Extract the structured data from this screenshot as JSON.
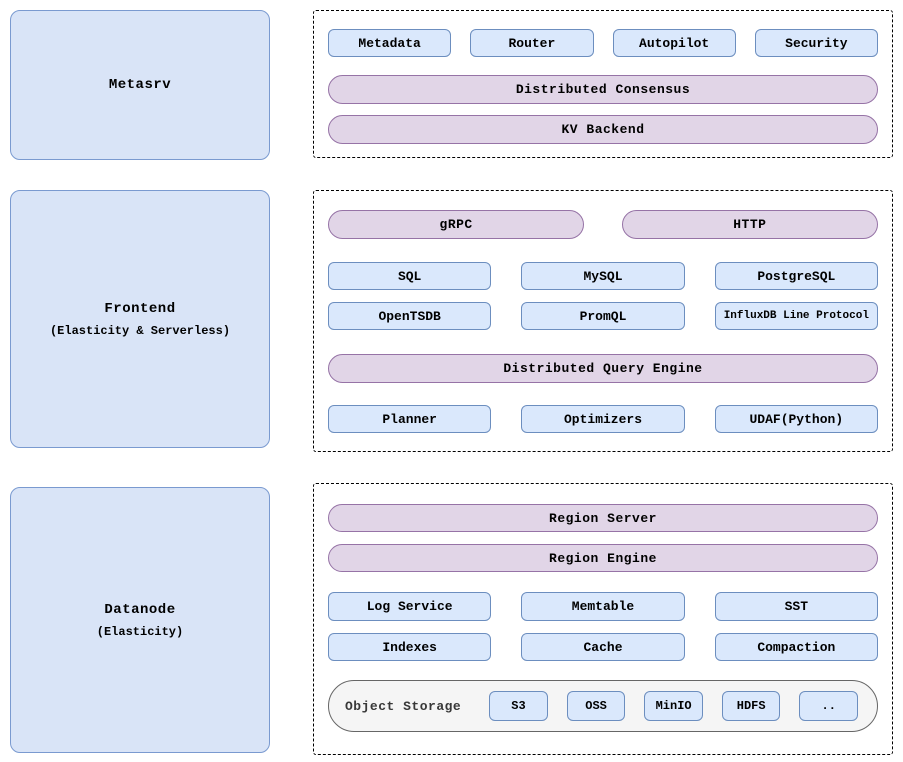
{
  "colors": {
    "node_fill": "#dae8fc",
    "node_stroke": "#6c8ebf",
    "pill_fill": "#e1d5e7",
    "pill_stroke": "#9673a6",
    "panel_fill": "#d9e4f7",
    "panel_stroke": "#7a9ad0",
    "storage_fill": "#f5f5f5",
    "storage_stroke": "#666666",
    "container_border": "#000000"
  },
  "metasrv": {
    "title": "Metasrv",
    "components": [
      "Metadata",
      "Router",
      "Autopilot",
      "Security"
    ],
    "pills": [
      "Distributed Consensus",
      "KV Backend"
    ]
  },
  "frontend": {
    "title": "Frontend",
    "subtitle": "(Elasticity & Serverless)",
    "entry_pills": [
      "gRPC",
      "HTTP"
    ],
    "protocols_row1": [
      "SQL",
      "MySQL",
      "PostgreSQL"
    ],
    "protocols_row2": [
      "OpenTSDB",
      "PromQL",
      "InfluxDB Line Protocol"
    ],
    "engine_pill": "Distributed Query Engine",
    "engine_components": [
      "Planner",
      "Optimizers",
      "UDAF(Python)"
    ]
  },
  "datanode": {
    "title": "Datanode",
    "subtitle": "(Elasticity)",
    "pills": [
      "Region Server",
      "Region Engine"
    ],
    "components_row1": [
      "Log Service",
      "Memtable",
      "SST"
    ],
    "components_row2": [
      "Indexes",
      "Cache",
      "Compaction"
    ],
    "storage": {
      "label": "Object Storage",
      "backends": [
        "S3",
        "OSS",
        "MinIO",
        "HDFS",
        ".."
      ]
    }
  }
}
